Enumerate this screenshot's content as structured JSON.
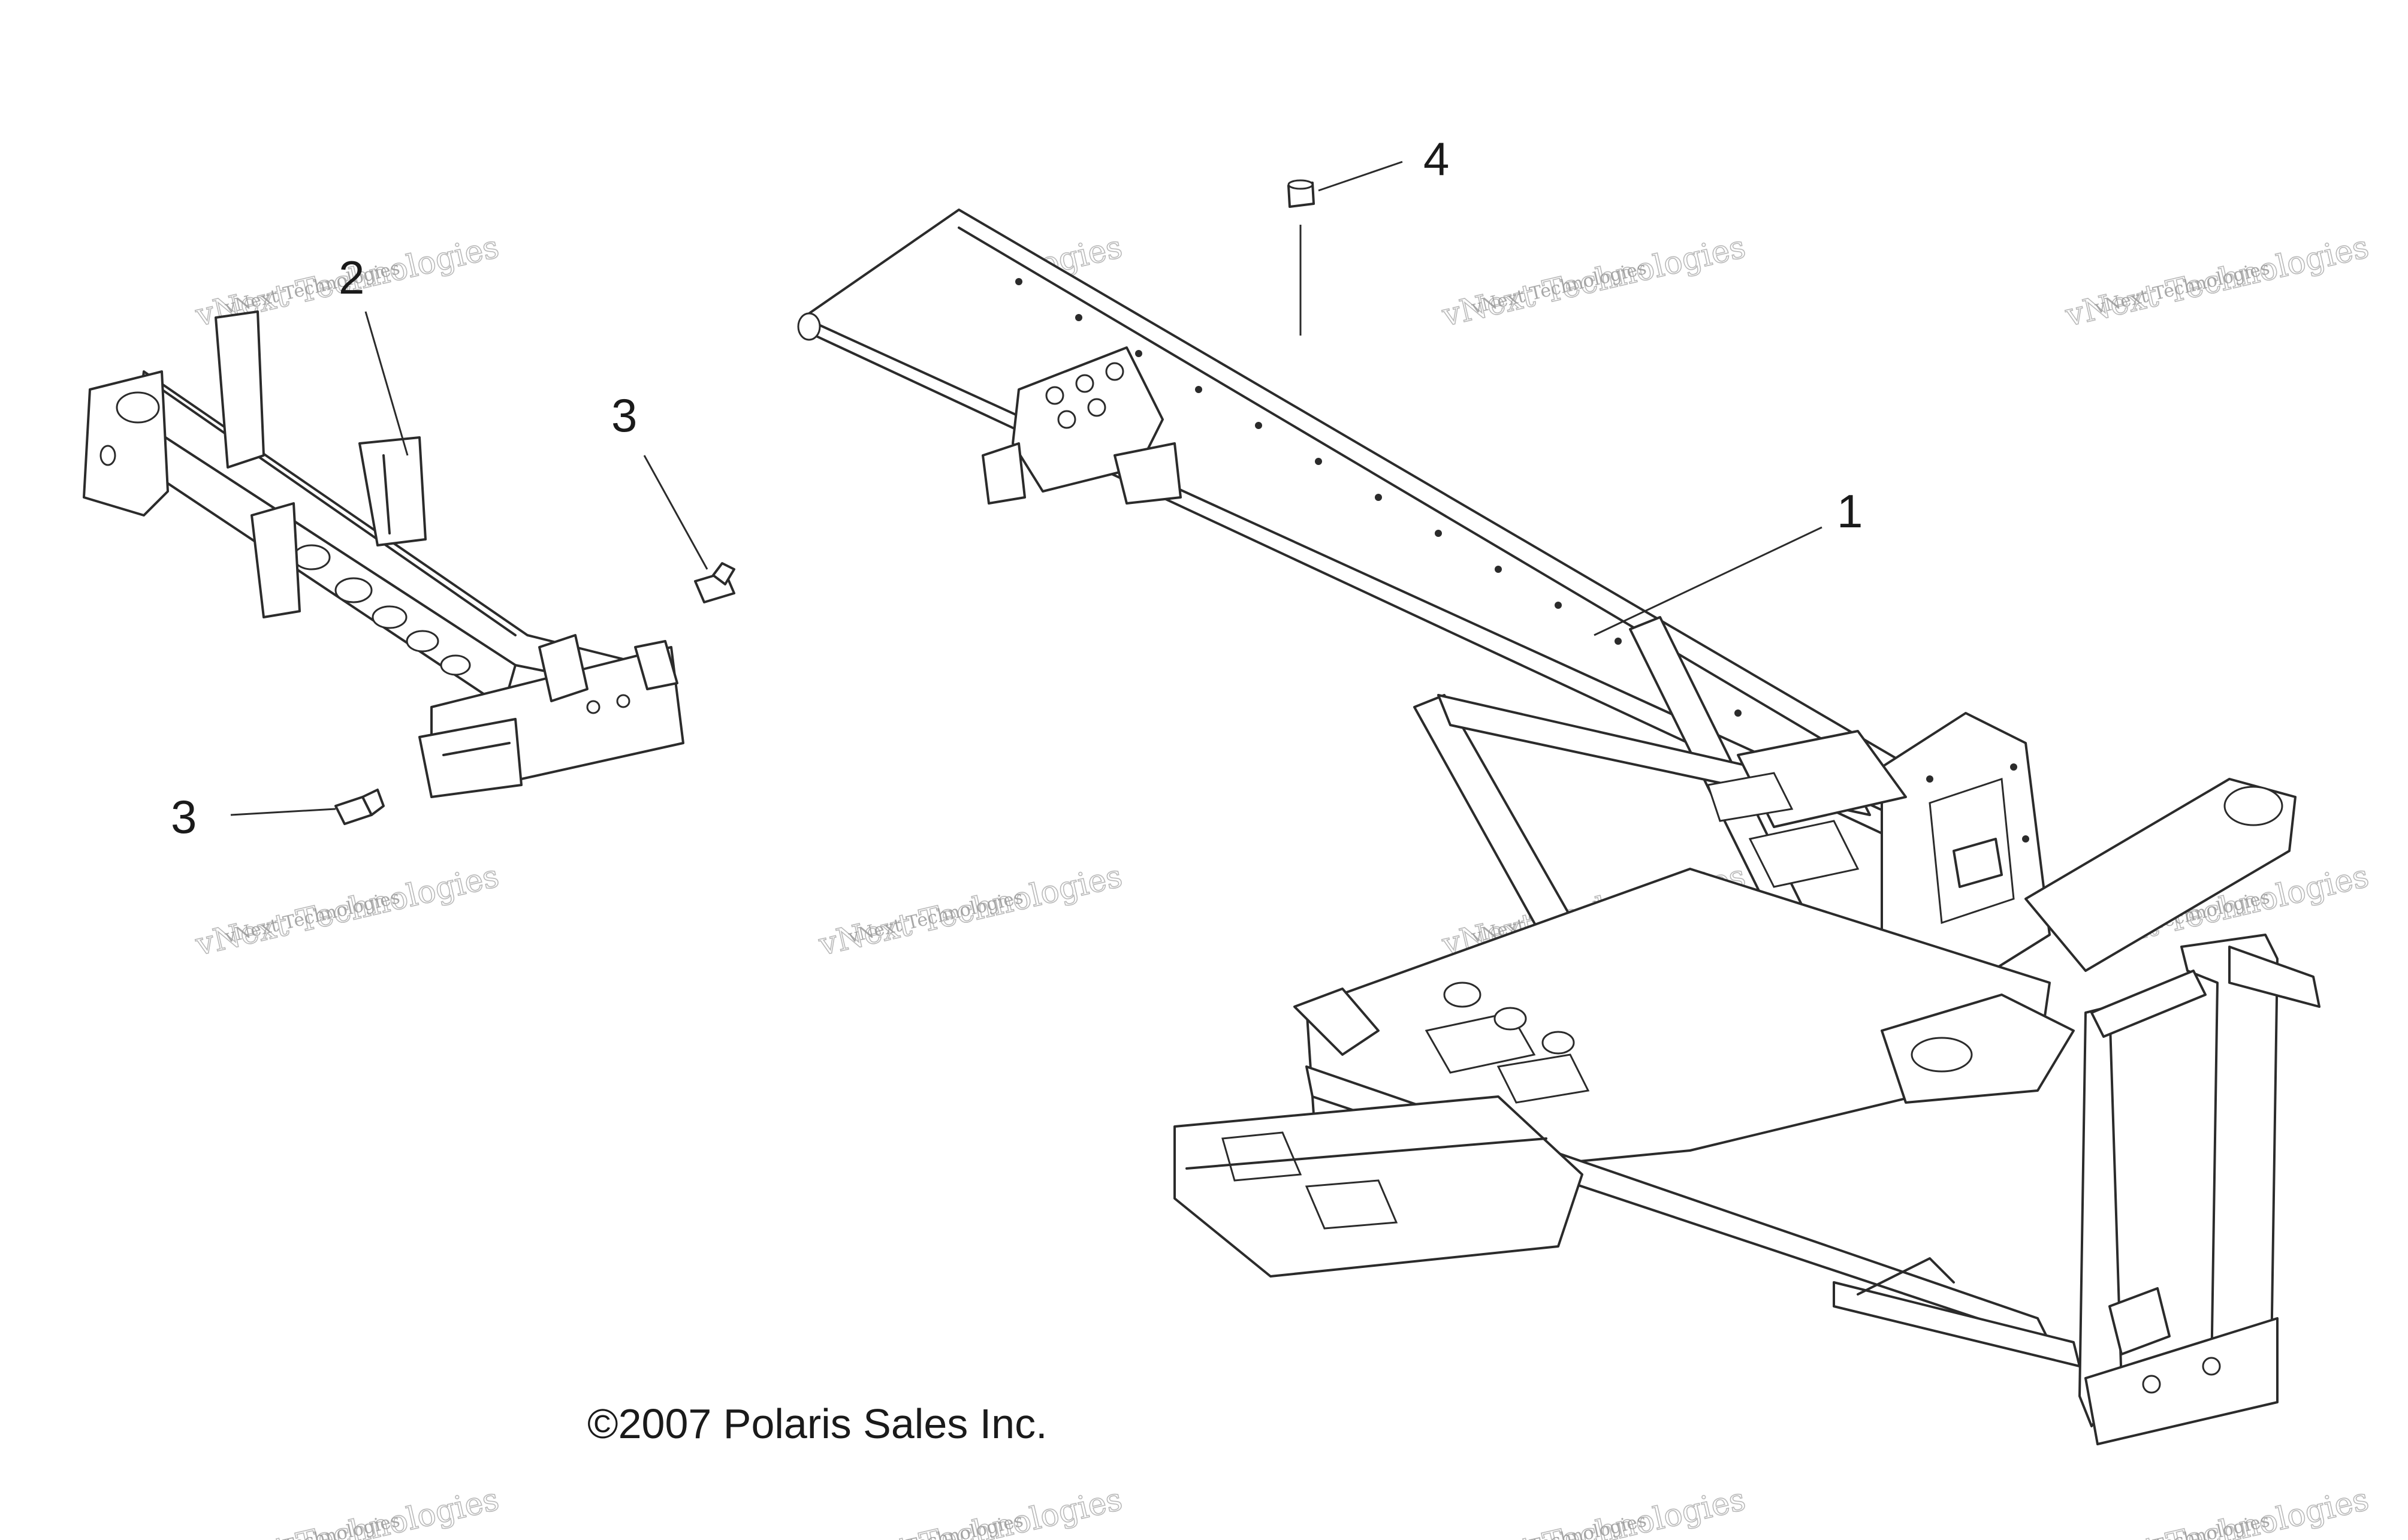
{
  "callouts": {
    "frame": "1",
    "front_crossmember": "2",
    "bolt_upper": "3",
    "bolt_lower": "3",
    "nut": "4"
  },
  "copyright": "©2007 Polaris Sales Inc.",
  "watermark": {
    "line1": "vNext Technologies",
    "line2": "vNext Technologies"
  }
}
